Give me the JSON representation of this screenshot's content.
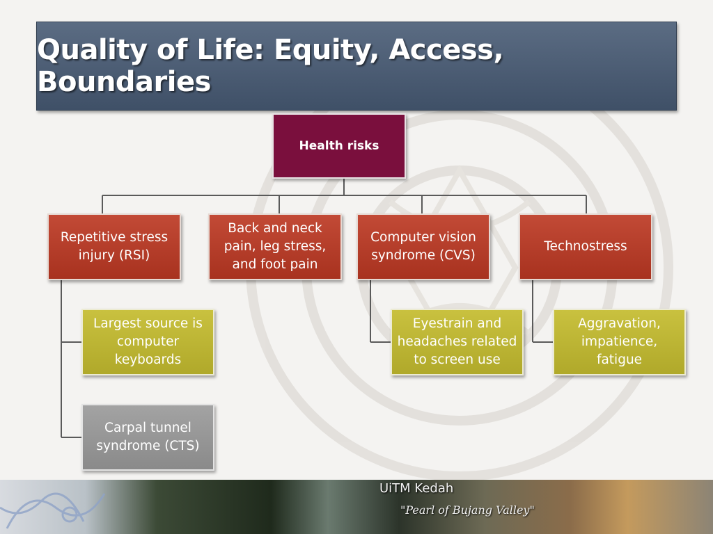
{
  "title": "Quality of Life: Equity, Access, Boundaries",
  "diagram": {
    "root": "Health risks",
    "categories": [
      "Repetitive stress injury (RSI)",
      "Back and neck pain, leg stress, and foot pain",
      "Computer vision syndrome (CVS)",
      "Technostress"
    ],
    "details": {
      "rsi_1": "Largest source is computer keyboards",
      "rsi_2": "Carpal tunnel syndrome (CTS)",
      "cvs_1": "Eyestrain and headaches related to screen use",
      "technostress_1": "Aggravation, impatience, fatigue"
    }
  },
  "footer": {
    "brand": "UiTM Kedah",
    "tagline": "\"Pearl of Bujang Valley\""
  },
  "colors": {
    "title_bar": "#4b5c73",
    "root": "#7a0f3d",
    "category": "#b23b27",
    "detail_olive": "#bdb534",
    "detail_grey": "#989898"
  }
}
